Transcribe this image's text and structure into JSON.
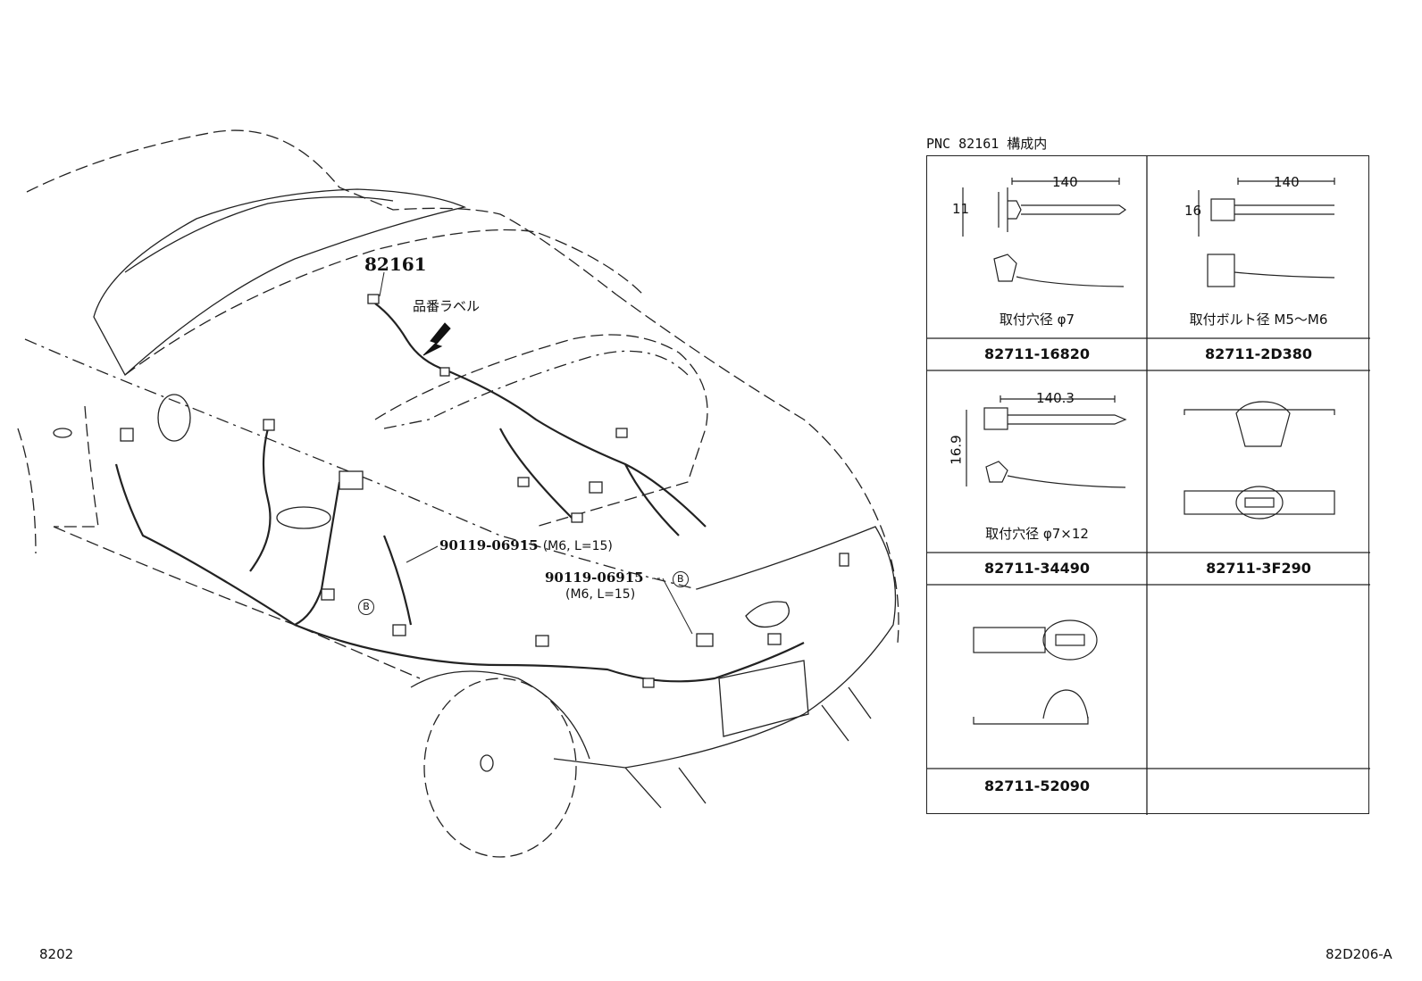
{
  "main_drawing": {
    "part_number": "82161",
    "label_note": "品番ラベル",
    "bolt_upper": {
      "part": "90119-06915",
      "spec": "(M6, L=15)"
    },
    "bolt_lower": {
      "part": "90119-06915",
      "ref": "B",
      "spec": "(M6, L=15)"
    },
    "ref_marker": "B"
  },
  "table": {
    "title": "PNC 82161 構成内",
    "cells": [
      {
        "caption": "取付穴径 φ7",
        "part_number": "82711-16820",
        "dims": [
          "140",
          "11"
        ]
      },
      {
        "caption": "取付ボルト径 M5〜M6",
        "part_number": "82711-2D380",
        "dims": [
          "140",
          "16"
        ]
      },
      {
        "caption": "取付穴径 φ7×12",
        "part_number": "82711-34490",
        "dims": [
          "140.3",
          "16.9"
        ]
      },
      {
        "caption": "",
        "part_number": "82711-3F290",
        "dims": []
      },
      {
        "caption": "",
        "part_number": "82711-52090",
        "dims": []
      },
      {
        "caption": "",
        "part_number": "",
        "dims": []
      }
    ]
  },
  "footer": {
    "left": "8202",
    "right": "82D206-A"
  }
}
